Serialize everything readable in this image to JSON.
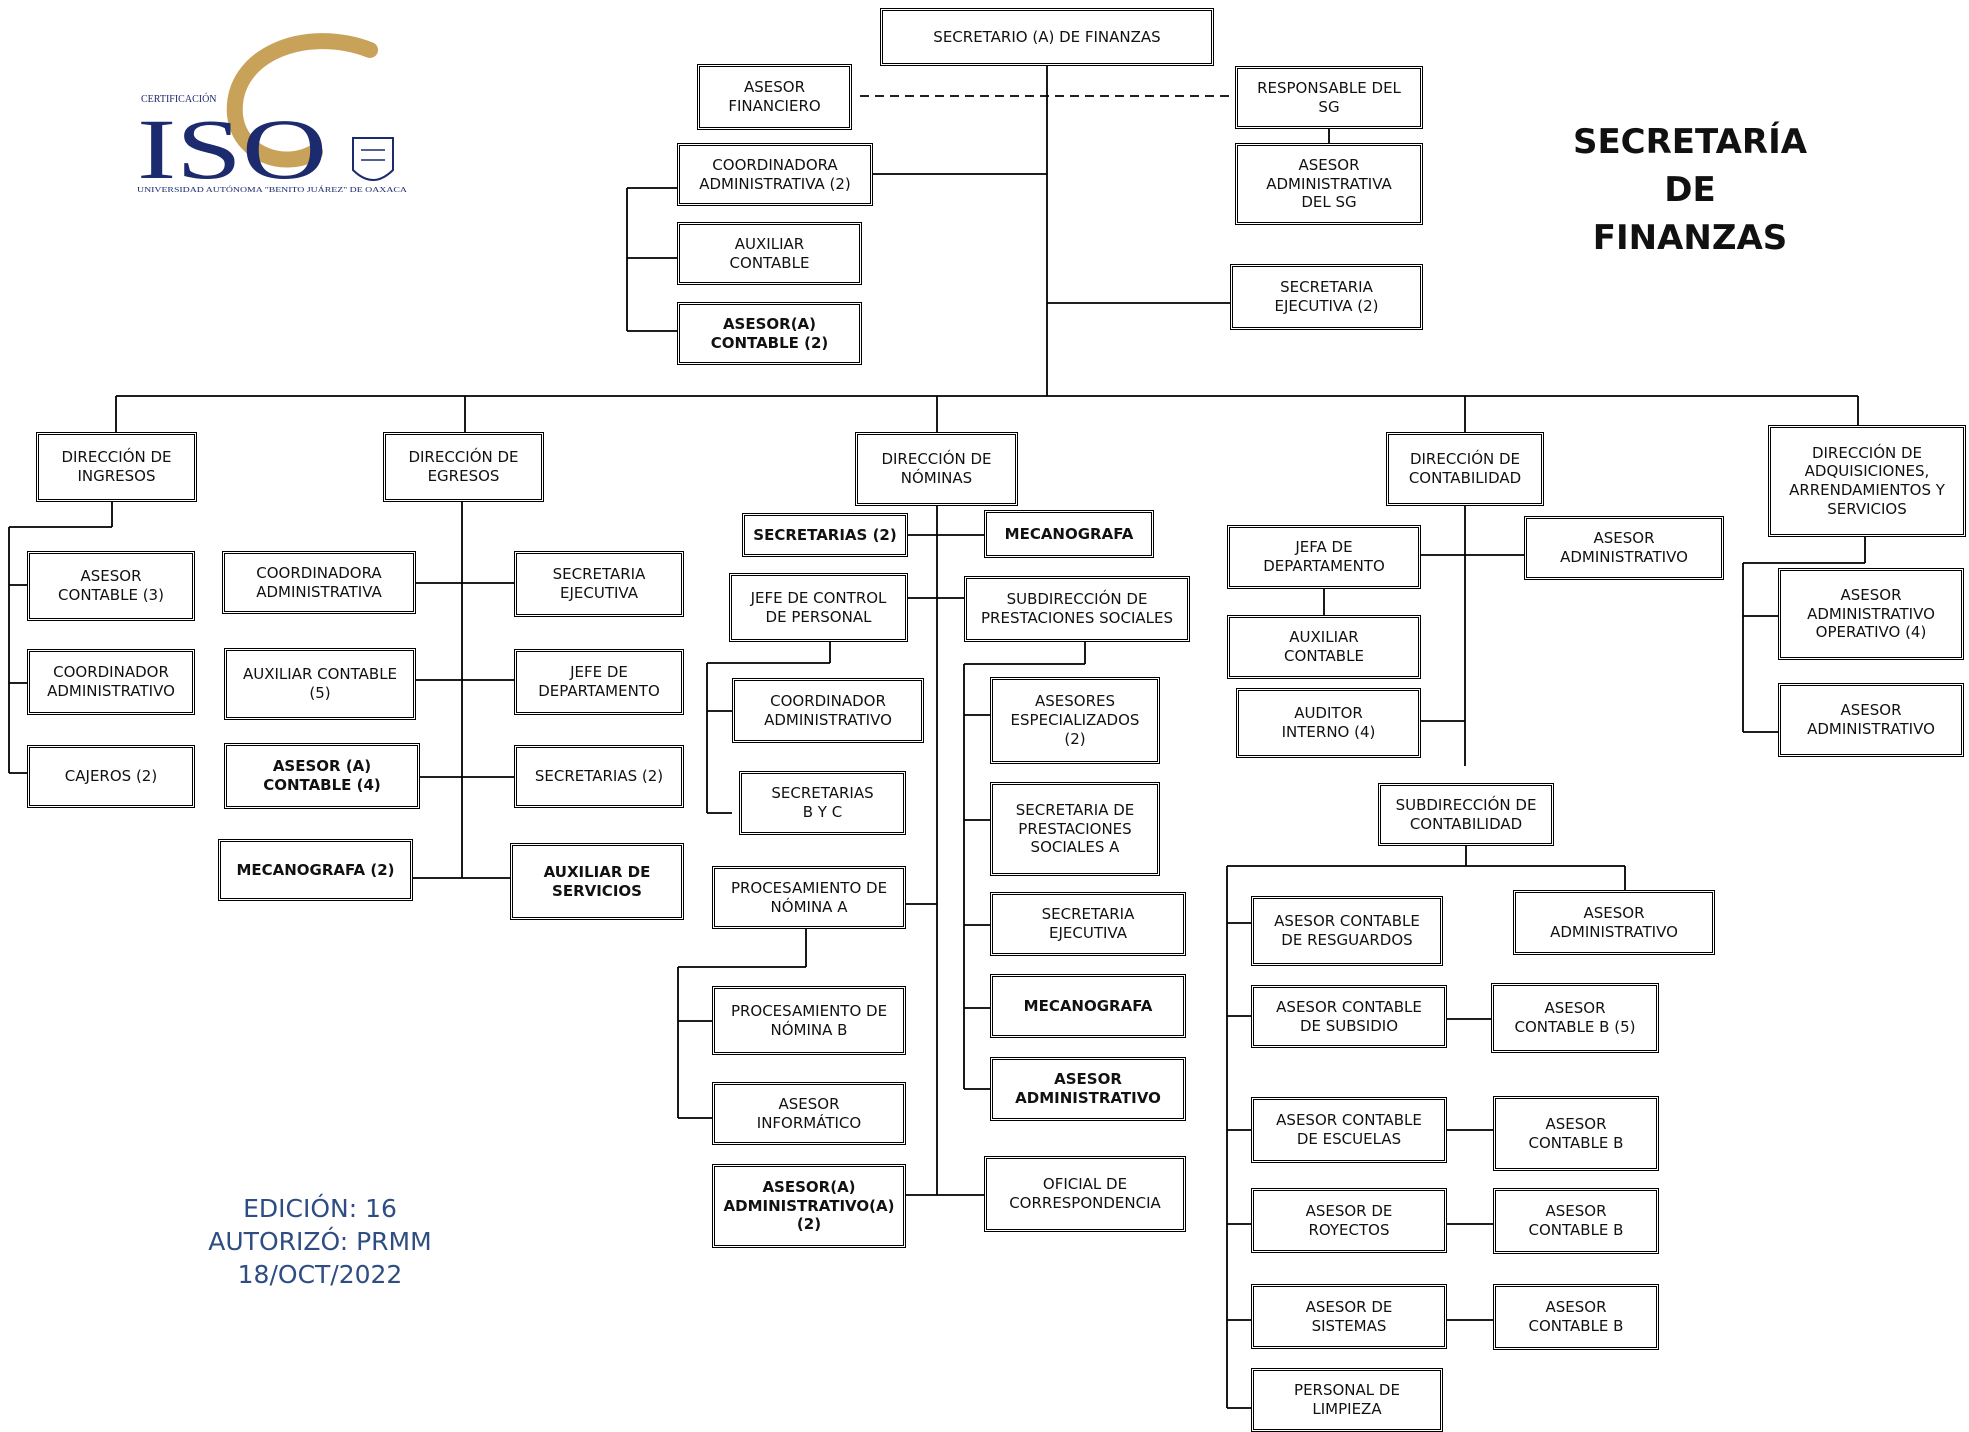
{
  "title": "SECRETARÍA\nDE\nFINANZAS",
  "edition": {
    "line1": "EDICIÓN: 16",
    "line2": "AUTORIZÓ: PRMM",
    "line3": "18/OCT/2022"
  },
  "logo": {
    "arc_text": "CERTIFICACIÓN",
    "main_text": "ISO",
    "subtitle": "UNIVERSIDAD AUTÓNOMA \"BENITO JUÁREZ\" DE OAXACA",
    "colors": {
      "navy": "#1c2a6e",
      "gold": "#c9a25a"
    }
  },
  "colors": {
    "text_blue": "#2e4d82",
    "line": "#000000"
  },
  "nodes": {
    "secretario": "SECRETARIO (A) DE FINANZAS",
    "asesor_financiero": "ASESOR\nFINANCIERO",
    "responsable_sg": "RESPONSABLE DEL\nSG",
    "asesor_admin_sg": "ASESOR\nADMINISTRATIVA\nDEL SG",
    "coordinadora_admin_top": "COORDINADORA\nADMINISTRATIVA (2)",
    "auxiliar_contable_top": "AUXILIAR\nCONTABLE",
    "asesor_contable_top": "ASESOR(A)\nCONTABLE (2)",
    "secretaria_ejecutiva_top": "SECRETARIA\nEJECUTIVA (2)",
    "dir_ingresos": "DIRECCIÓN DE\nINGRESOS",
    "ing_asesor_contable": "ASESOR\nCONTABLE (3)",
    "ing_coordinador": "COORDINADOR\nADMINISTRATIVO",
    "ing_cajeros": "CAJEROS (2)",
    "dir_egresos": "DIRECCIÓN DE\nEGRESOS",
    "egr_coordinadora": "COORDINADORA\nADMINISTRATIVA",
    "egr_auxiliar_contable": "AUXILIAR CONTABLE\n(5)",
    "egr_asesor_contable": "ASESOR (A)\nCONTABLE (4)",
    "egr_mecanografa": "MECANOGRAFA (2)",
    "egr_secretaria_ejecutiva": "SECRETARIA\nEJECUTIVA",
    "egr_jefe_depto": "JEFE DE\nDEPARTAMENTO",
    "egr_secretarias": "SECRETARIAS (2)",
    "egr_auxiliar_servicios": "AUXILIAR DE\nSERVICIOS",
    "dir_nominas": "DIRECCIÓN DE\nNÓMINAS",
    "nom_secretarias": "SECRETARIAS (2)",
    "nom_mecanografa": "MECANOGRAFA",
    "nom_jefe_control": "JEFE DE CONTROL\nDE PERSONAL",
    "nom_subdireccion": "SUBDIRECCIÓN DE\nPRESTACIONES SOCIALES",
    "nom_coordinador": "COORDINADOR\nADMINISTRATIVO",
    "nom_secretarias_byc": "SECRETARIAS\nB Y C",
    "nom_proc_a": "PROCESAMIENTO DE\nNÓMINA A",
    "nom_proc_b": "PROCESAMIENTO DE\nNÓMINA B",
    "nom_asesor_informatico": "ASESOR\nINFORMÁTICO",
    "nom_asesor_admin": "ASESOR(A)\nADMINISTRATIVO(A)\n(2)",
    "nom_asesores_esp": "ASESORES\nESPECIALIZADOS\n(2)",
    "nom_secretaria_prest": "SECRETARIA DE\nPRESTACIONES\nSOCIALES A",
    "nom_secretaria_ejec": "SECRETARIA\nEJECUTIVA",
    "nom_mecanografa2": "MECANOGRAFA",
    "nom_asesor_admin2": "ASESOR\nADMINISTRATIVO",
    "nom_oficial": "OFICIAL DE\nCORRESPONDENCIA",
    "dir_contabilidad": "DIRECCIÓN DE\nCONTABILIDAD",
    "con_jefa_depto": "JEFA DE\nDEPARTAMENTO",
    "con_asesor_admin": "ASESOR\nADMINISTRATIVO",
    "con_auxiliar": "AUXILIAR\nCONTABLE",
    "con_auditor": "AUDITOR\nINTERNO (4)",
    "con_subdireccion": "SUBDIRECCIÓN DE\nCONTABILIDAD",
    "con_asesor_resguardos": "ASESOR CONTABLE\nDE RESGUARDOS",
    "con_asesor_admin2": "ASESOR\nADMINISTRATIVO",
    "con_asesor_subsidio": "ASESOR CONTABLE\nDE SUBSIDIO",
    "con_asesor_b5": "ASESOR\nCONTABLE B (5)",
    "con_asesor_escuelas": "ASESOR  CONTABLE\nDE ESCUELAS",
    "con_asesor_b1": "ASESOR\nCONTABLE B",
    "con_asesor_royectos": "ASESOR DE\nROYECTOS",
    "con_asesor_b2": "ASESOR\nCONTABLE B",
    "con_asesor_sistemas": "ASESOR DE\nSISTEMAS",
    "con_asesor_b3": "ASESOR\nCONTABLE B",
    "con_personal_limpieza": "PERSONAL DE\nLIMPIEZA",
    "dir_adquisiciones": "DIRECCIÓN DE\nADQUISICIONES,\nARRENDAMIENTOS Y\nSERVICIOS",
    "adq_asesor_operativo": "ASESOR\nADMINISTRATIVO\nOPERATIVO (4)",
    "adq_asesor_admin": "ASESOR\nADMINISTRATIVO"
  }
}
